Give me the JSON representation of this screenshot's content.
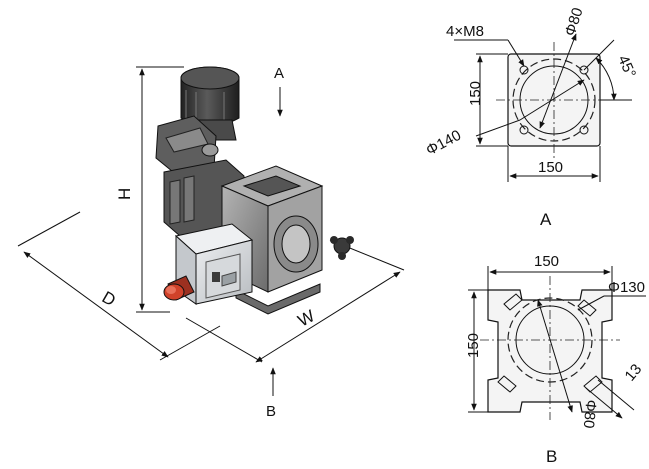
{
  "main_view": {
    "dim_height": "H",
    "dim_depth": "D",
    "dim_width": "W",
    "arrow_top": "A",
    "arrow_bottom": "B"
  },
  "view_a": {
    "caption": "A",
    "bolts": "4×M8",
    "dia_inner": "Φ80",
    "angle": "45°",
    "height": "150",
    "dia_pcd": "Φ140",
    "width": "150"
  },
  "view_b": {
    "caption": "B",
    "width": "150",
    "dia_pcd": "Φ130",
    "height": "150",
    "slot": "13",
    "dia_inner": "Φ80"
  },
  "colors": {
    "motor": "#3a3a3a",
    "housing": "#8c8c8c",
    "panel": "#d8dadc",
    "stop_button": "#d0422a"
  }
}
